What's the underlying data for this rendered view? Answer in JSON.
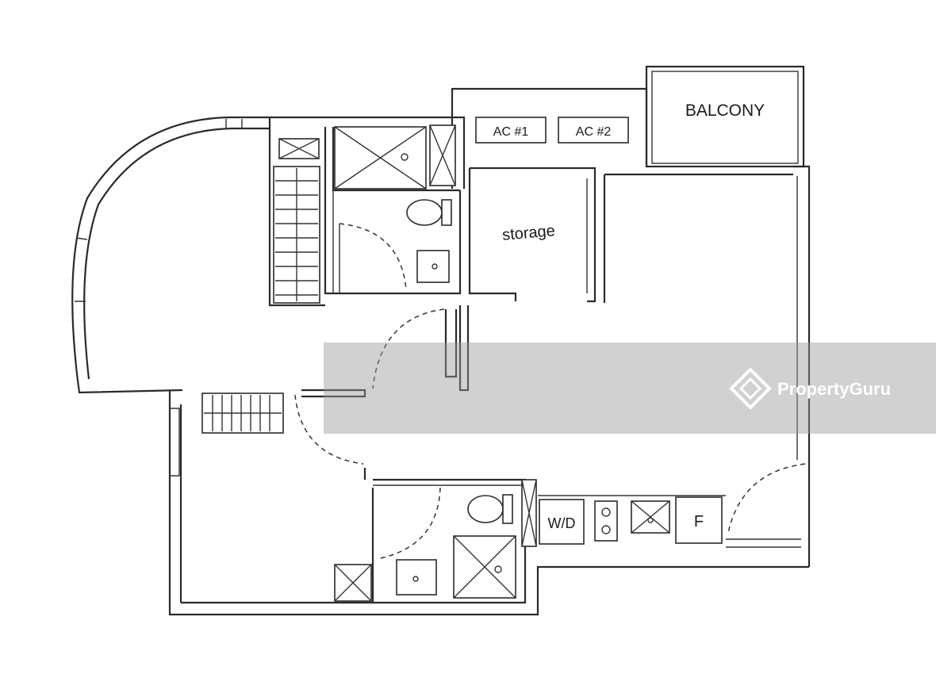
{
  "labels": {
    "balcony": "BALCONY",
    "ac1": "AC #1",
    "ac2": "AC #2",
    "storage": "storage",
    "washer_dryer": "W/D",
    "fridge": "F"
  },
  "watermark": {
    "text": "PropertyGuru",
    "icon": "propertyguru-logo-icon"
  },
  "colors": {
    "line": "#2a2a2a",
    "watermark": "#9a9a9a"
  }
}
